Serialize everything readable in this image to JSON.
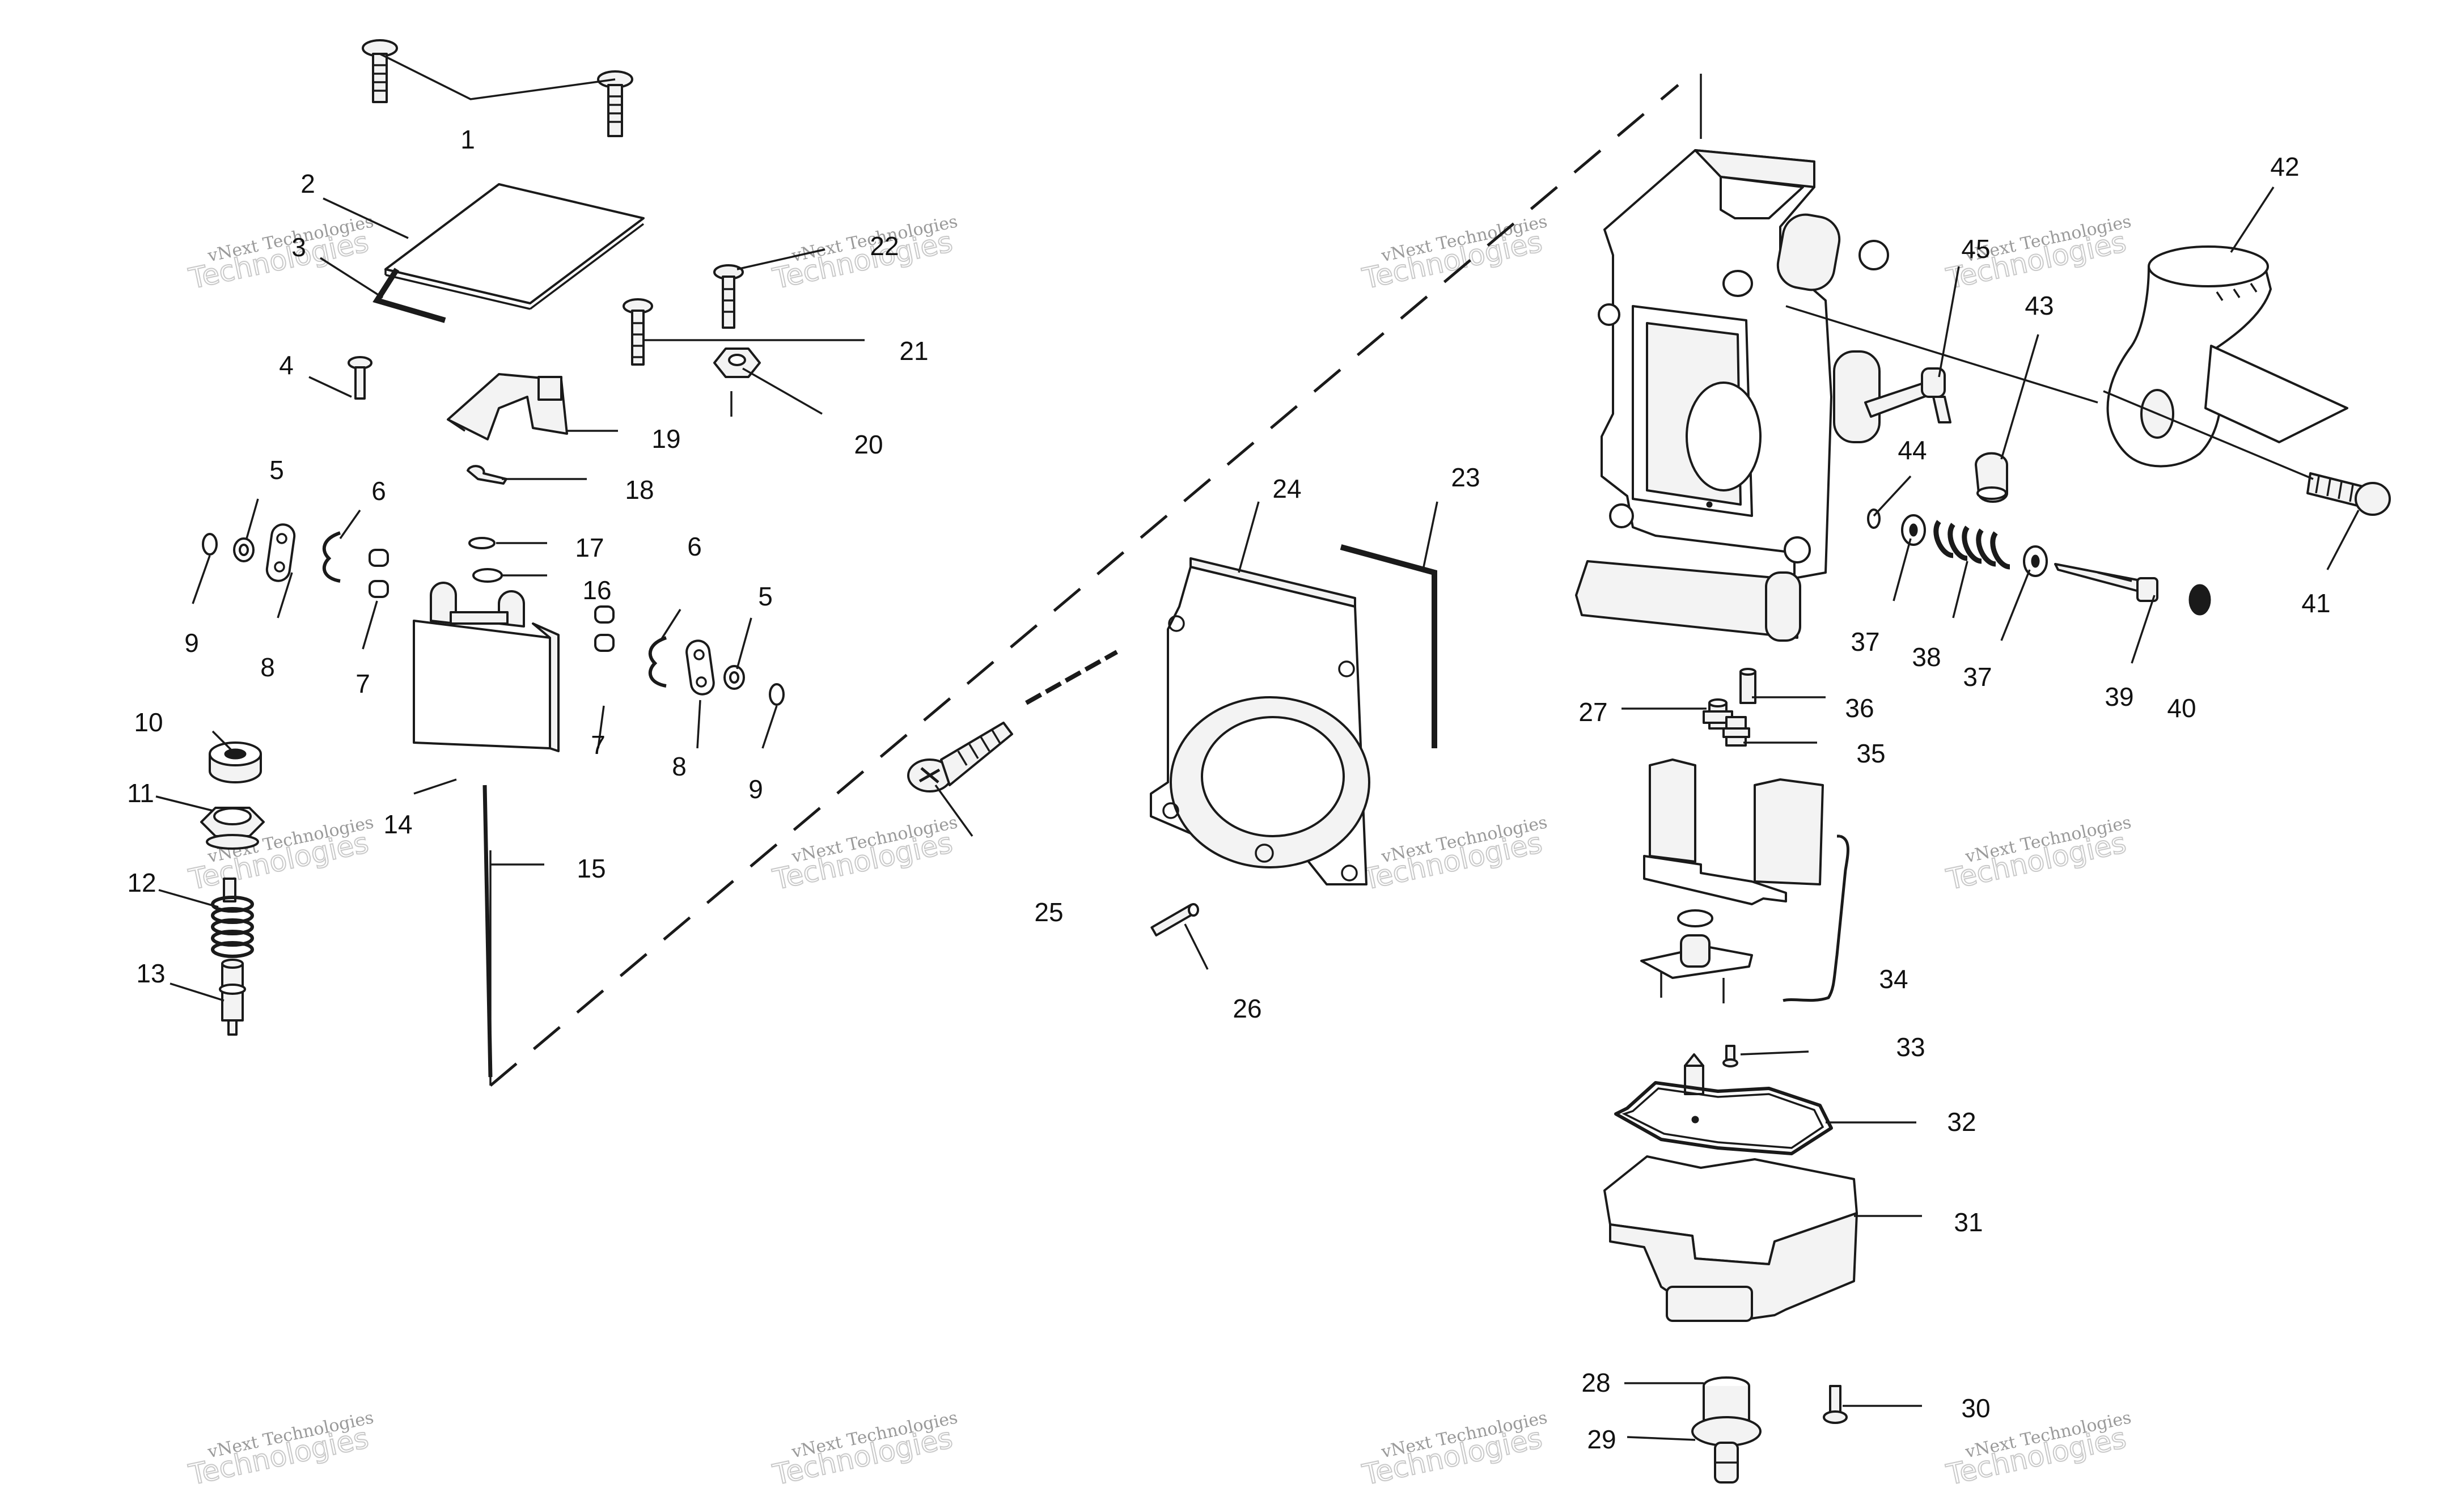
{
  "labels": [
    "1",
    "2",
    "3",
    "4",
    "5",
    "6",
    "7",
    "8",
    "9",
    "10",
    "11",
    "12",
    "13",
    "14",
    "15",
    "16",
    "17",
    "18",
    "19",
    "20",
    "21",
    "22",
    "23",
    "24",
    "25",
    "26",
    "27",
    "28",
    "29",
    "30",
    "31",
    "32",
    "33",
    "34",
    "35",
    "36",
    "37",
    "38",
    "39",
    "40",
    "41",
    "42",
    "43",
    "44",
    "45"
  ],
  "dup_labels": {
    "5b": "5",
    "6b": "6",
    "7b": "7",
    "8b": "8",
    "9b": "9",
    "37b": "37"
  },
  "watermark": {
    "line1": "vNext Technologies",
    "line2": "Technologies"
  }
}
